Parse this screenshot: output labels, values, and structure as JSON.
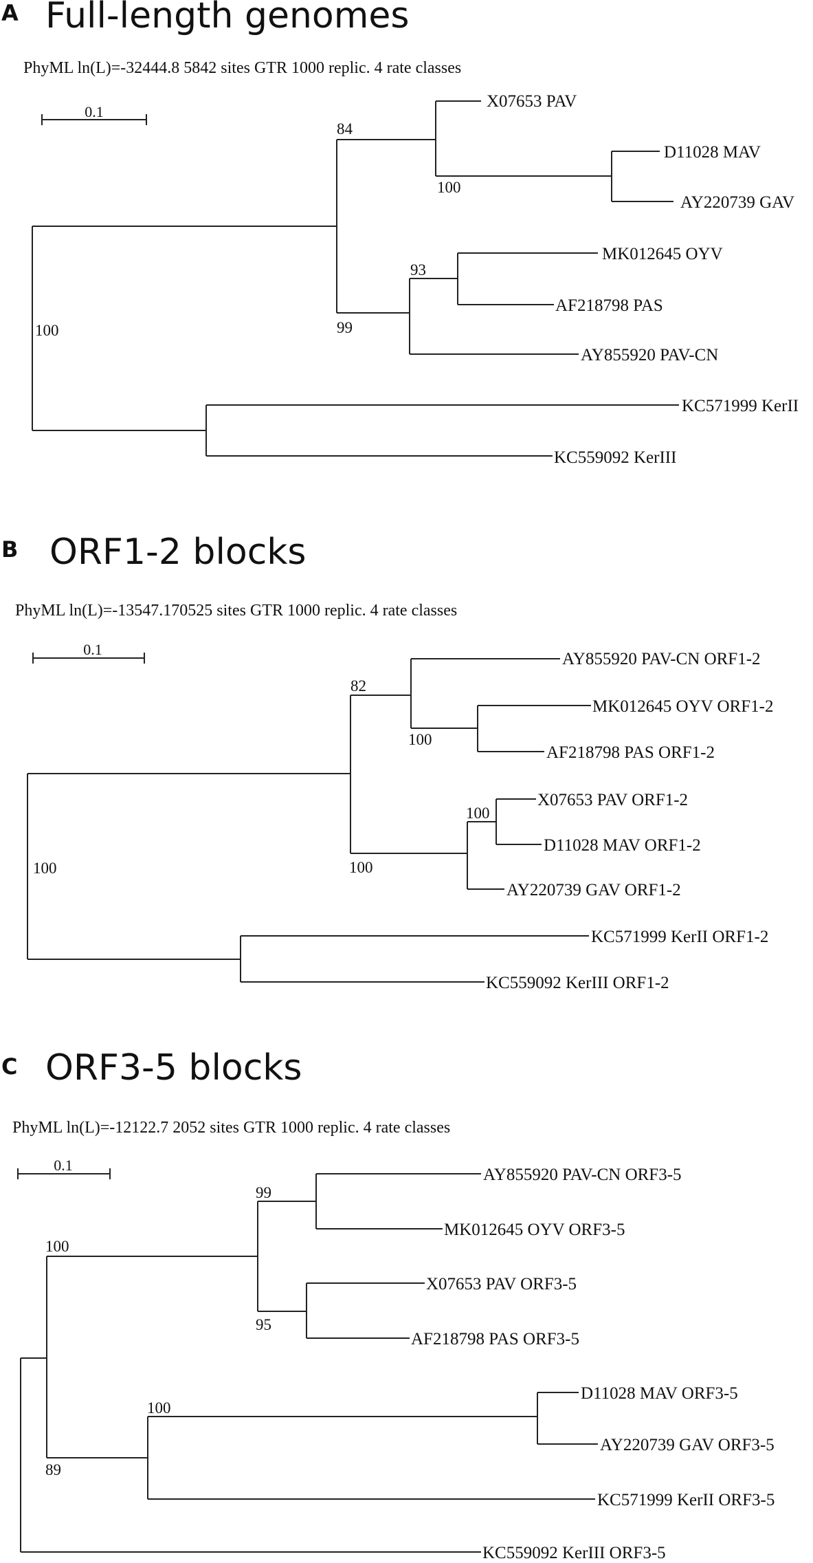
{
  "panels": [
    {
      "letter": "A",
      "title": "Full-length genomes",
      "subtitle": "PhyML ln(L)=-32444.8 5842 sites GTR 1000 replic. 4 rate classes",
      "scale": "0.1",
      "leaves": [
        "X07653 PAV",
        "D11028 MAV",
        "AY220739 GAV",
        "MK012645 OYV",
        "AF218798 PAS",
        "AY855920 PAV-CN",
        "KC571999 KerII",
        "KC559092 KerIII"
      ],
      "supports": [
        "84",
        "100",
        "93",
        "99",
        "100"
      ]
    },
    {
      "letter": "B",
      "title": "ORF1-2 blocks",
      "subtitle": "PhyML ln(L)=-13547.170525 sites GTR 1000 replic. 4 rate classes",
      "scale": "0.1",
      "leaves": [
        "AY855920 PAV-CN ORF1-2",
        "MK012645 OYV ORF1-2",
        "AF218798 PAS ORF1-2",
        "X07653 PAV ORF1-2",
        "D11028 MAV ORF1-2",
        "AY220739 GAV ORF1-2",
        "KC571999 KerII ORF1-2",
        "KC559092  KerIII ORF1-2"
      ],
      "supports": [
        "82",
        "100",
        "100",
        "100",
        "100"
      ]
    },
    {
      "letter": "C",
      "title": "ORF3-5 blocks",
      "subtitle": "PhyML ln(L)=-12122.7 2052 sites GTR 1000 replic. 4 rate classes",
      "scale": "0.1",
      "leaves": [
        "AY855920 PAV-CN ORF3-5",
        "MK012645 OYV ORF3-5",
        "X07653 PAV ORF3-5",
        "AF218798 PAS ORF3-5",
        "D11028 MAV ORF3-5",
        "AY220739 GAV ORF3-5",
        "KC571999 KerII ORF3-5",
        "KC559092 KerIII ORF3-5"
      ],
      "supports": [
        "99",
        "100",
        "95",
        "100",
        "89"
      ]
    }
  ]
}
